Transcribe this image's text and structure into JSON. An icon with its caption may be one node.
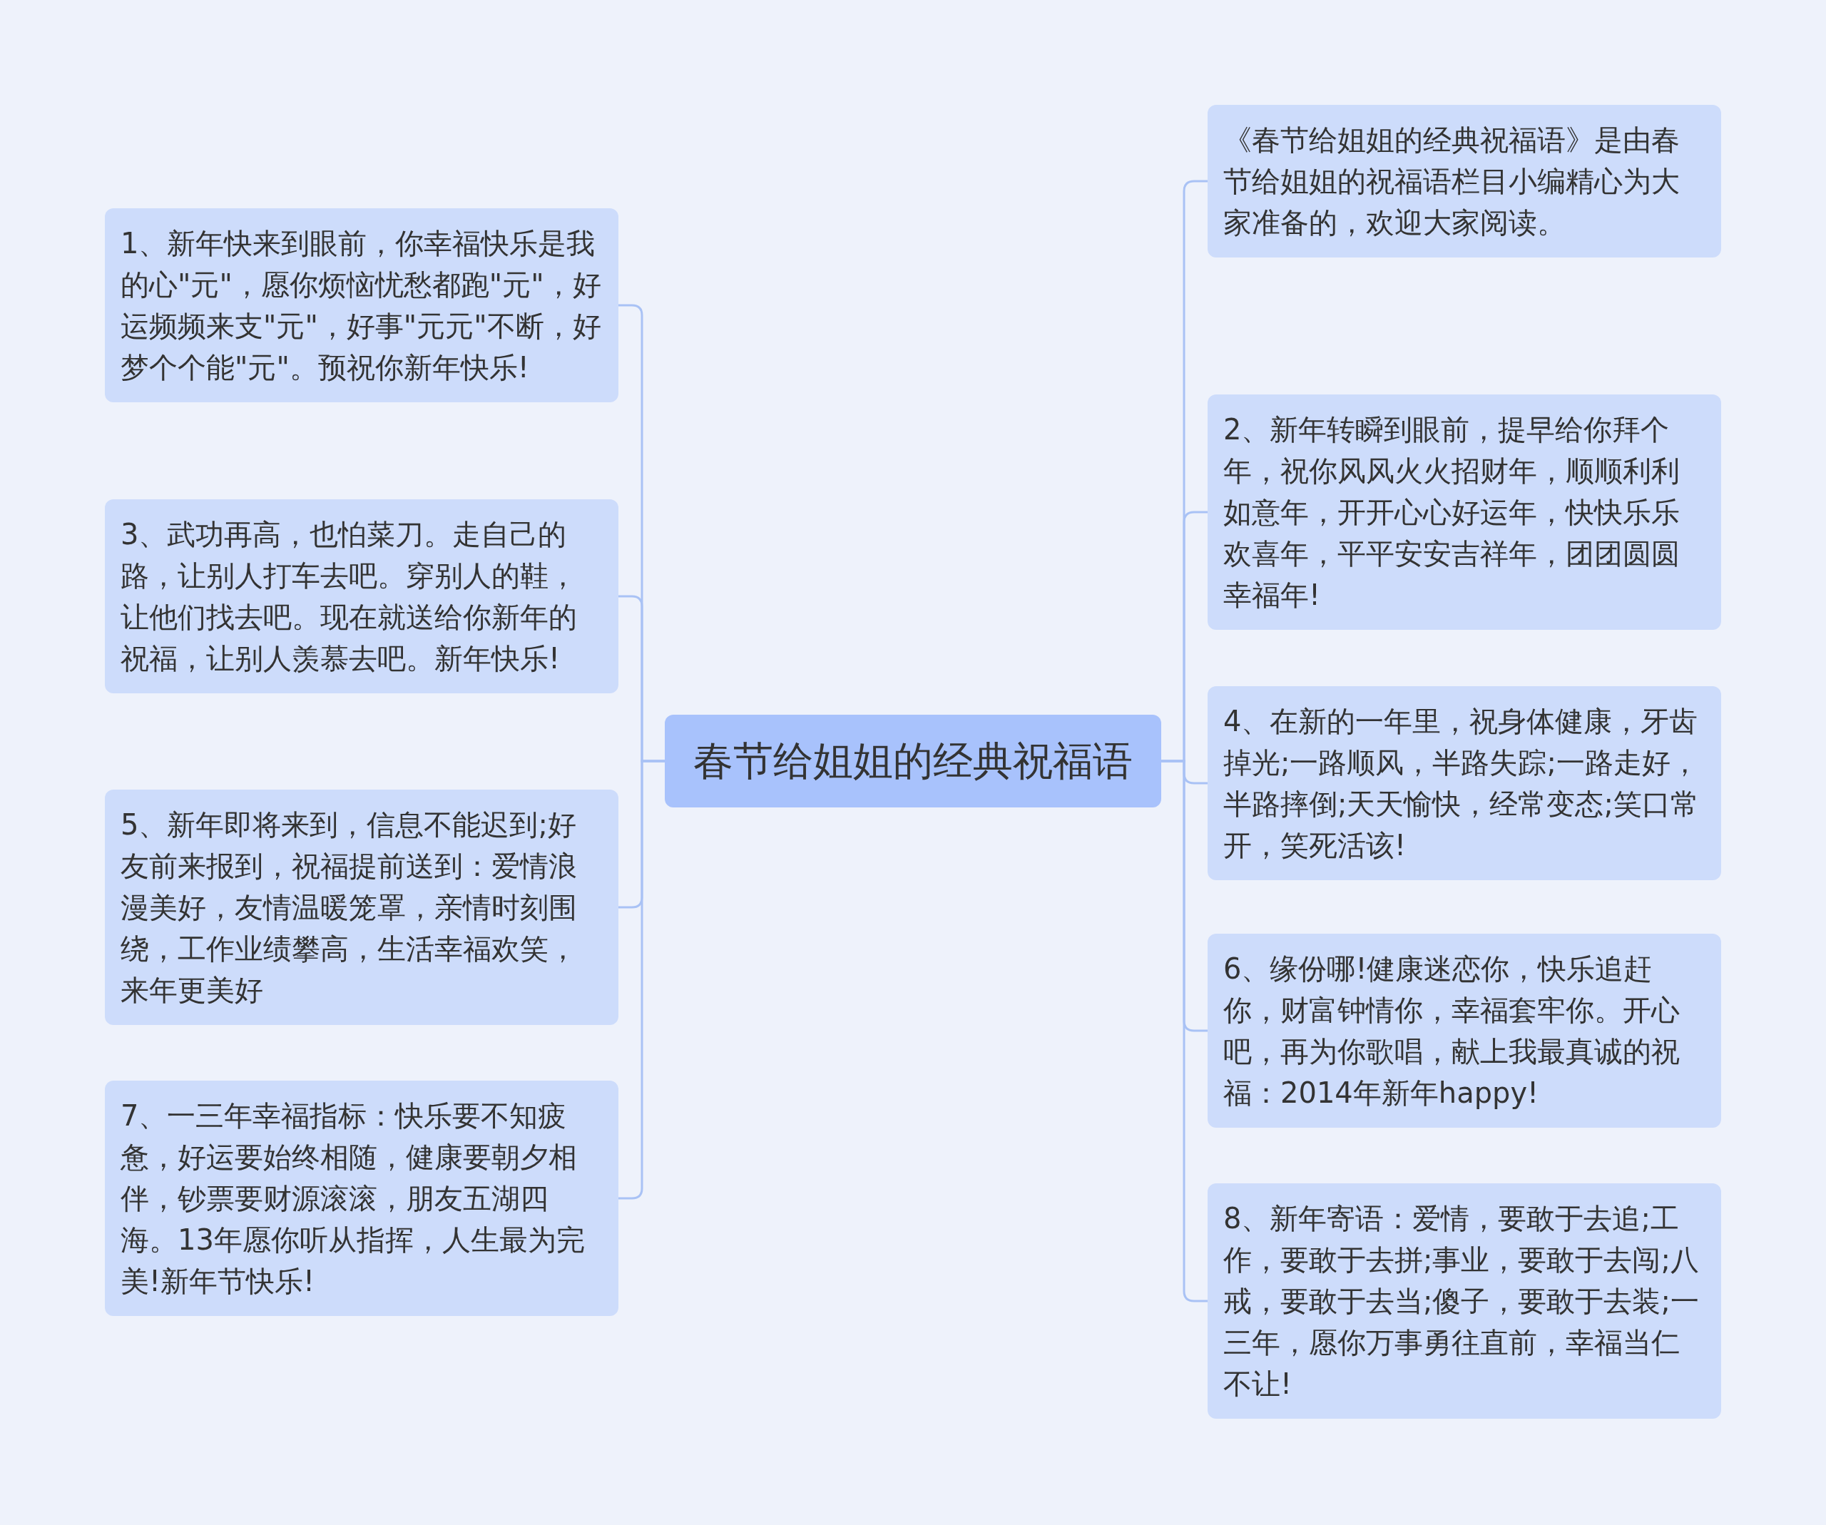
{
  "diagram": {
    "nodes": [
      {
        "text": [
          "春节给姐姐的经典祝福语"
        ]
      },
      {
        "text": [
          "1、新年快来到眼前，你幸福快乐是我的心\"元\"，愿你烦恼忧愁都跑\"元\"，好运频频来支\"元\"，好事\"元元\"不断，好梦个个能\"元\"。预祝你新年快乐!"
        ]
      },
      {
        "text": [
          "3、武功再高，也怕菜刀。走自己的路，让别人打车去吧。穿别人的鞋，让他们找去吧。现在就送给你新年的祝福，让别人羡慕去吧。新年快乐!"
        ]
      },
      {
        "text": [
          "5、新年即将来到，信息不能迟到;好友前来报到，祝福提前送到：爱情浪漫美好，友情温暖笼罩，亲情时刻围绕，工作业绩攀高，生活幸福欢笑，来年更美好"
        ]
      },
      {
        "text": [
          "7、一三年幸福指标：快乐要不知疲惫，好运要始终相随，健康要朝夕相伴，钞票要财源滚滚，朋友五湖四海。13年愿你听从指挥，人生最为完美!新年节快乐!"
        ]
      },
      {
        "text": [
          "《春节给姐姐的经典祝福语》是由春节给姐姐的祝福语栏目小编精心为大家准备的，欢迎大家阅读。"
        ]
      },
      {
        "text": [
          "2、新年转瞬到眼前，提早给你拜个年，祝你风风火火招财年，顺顺利利如意年，开开心心好运年，快快乐乐欢喜年，平平安安吉祥年，团团圆圆幸福年!"
        ]
      },
      {
        "text": [
          "4、在新的一年里，祝身体健康，牙齿掉光;一路顺风，半路失踪;一路走好，半路摔倒;天天愉快，经常变态;笑口常开，笑死活该!"
        ]
      },
      {
        "text": [
          "6、缘份哪!健康迷恋你，快乐追赶你，财富钟情你，幸福套牢你。开心吧，再为你歌唱，献上我最真诚的祝福：2014年新年happy!"
        ]
      },
      {
        "text": [
          "8、新年寄语：爱情，要敢于去追;工作，要敢于去拼;事业，要敢于去闯;八戒，要敢于去当;傻子，要敢于去装;一三年，愿你万事勇往直前，幸福当仁不让!"
        ]
      }
    ],
    "edges": [
      {
        "from": 0,
        "to": 1,
        "arrow": "none"
      },
      {
        "from": 0,
        "to": 2,
        "arrow": "none"
      },
      {
        "from": 0,
        "to": 3,
        "arrow": "none"
      },
      {
        "from": 0,
        "to": 4,
        "arrow": "none"
      },
      {
        "from": 0,
        "to": 5,
        "arrow": "none"
      },
      {
        "from": 0,
        "to": 6,
        "arrow": "none"
      },
      {
        "from": 0,
        "to": 7,
        "arrow": "none"
      },
      {
        "from": 0,
        "to": 8,
        "arrow": "none"
      },
      {
        "from": 0,
        "to": 9,
        "arrow": "none"
      }
    ]
  }
}
